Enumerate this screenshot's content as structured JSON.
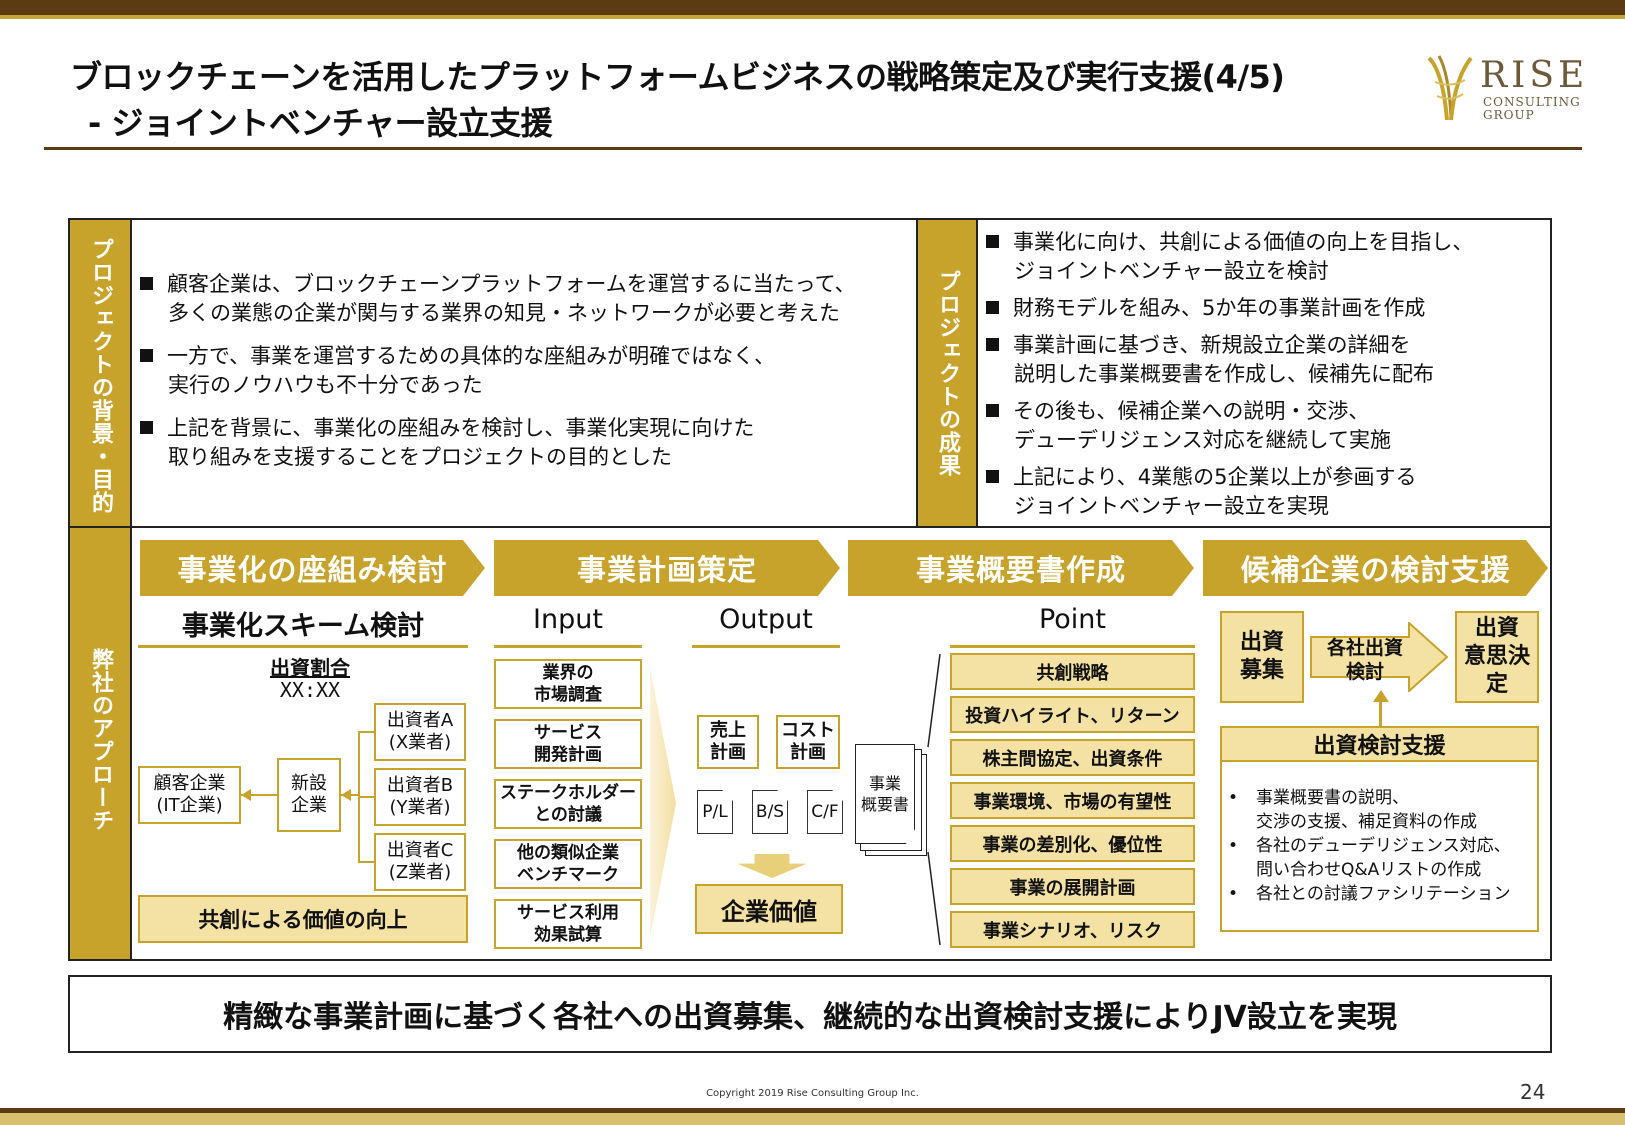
{
  "header": {
    "title_line1": "ブロックチェーンを活用したプラットフォームビジネスの戦略策定及び実行支援(4/5)",
    "title_line2": "- ジョイントベンチャー設立支援",
    "logo_name": "RISE",
    "logo_sub1": "CONSULTING",
    "logo_sub2": "GROUP"
  },
  "background": {
    "label": "プロジェクトの背景・目的",
    "items": [
      {
        "line1": "顧客企業は、ブロックチェーンプラットフォームを運営するに当たって、",
        "line2": "多くの業態の企業が関与する業界の知見・ネットワークが必要と考えた"
      },
      {
        "line1": "一方で、事業を運営するための具体的な座組みが明確ではなく、",
        "line2": "実行のノウハウも不十分であった"
      },
      {
        "line1": "上記を背景に、事業化の座組みを検討し、事業化実現に向けた",
        "line2": "取り組みを支援することをプロジェクトの目的とした"
      }
    ]
  },
  "results": {
    "label": "プロジェクトの成果",
    "items": [
      {
        "line1": "事業化に向け、共創による価値の向上を目指し、",
        "line2": "ジョイントベンチャー設立を検討"
      },
      {
        "line1": "財務モデルを組み、5か年の事業計画を作成",
        "line2": ""
      },
      {
        "line1": "事業計画に基づき、新規設立企業の詳細を",
        "line2": "説明した事業概要書を作成し、候補先に配布"
      },
      {
        "line1": "その後も、候補企業への説明・交渉、",
        "line2": "デューデリジェンス対応を継続して実施"
      },
      {
        "line1": "上記により、4業態の5企業以上が参画する",
        "line2": "ジョイントベンチャー設立を実現"
      }
    ]
  },
  "approach": {
    "label": "弊社のアプローチ",
    "steps": [
      "事業化の座組み検討",
      "事業計画策定",
      "事業概要書作成",
      "候補企業の検討支援"
    ],
    "scheme": {
      "subhead": "事業化スキーム検討",
      "ratio_label": "出資割合",
      "ratio_value": "XX:XX",
      "client": [
        "顧客企業",
        "(IT企業)"
      ],
      "newco": [
        "新設",
        "企業"
      ],
      "investors": [
        [
          "出資者A",
          "(X業者)"
        ],
        [
          "出資者B",
          "(Y業者)"
        ],
        [
          "出資者C",
          "(Z業者)"
        ]
      ],
      "value_box": "共創による価値の向上"
    },
    "plan": {
      "input_head": "Input",
      "output_head": "Output",
      "inputs": [
        [
          "業界の",
          "市場調査"
        ],
        [
          "サービス",
          "開発計画"
        ],
        [
          "ステークホルダー",
          "との討議"
        ],
        [
          "他の類似企業",
          "ベンチマーク"
        ],
        [
          "サービス利用",
          "効果試算"
        ]
      ],
      "outputs": [
        [
          "売上",
          "計画"
        ],
        [
          "コスト",
          "計画"
        ]
      ],
      "docs": [
        "P/L",
        "B/S",
        "C/F"
      ],
      "result": "企業価値"
    },
    "summary": {
      "head": "Point",
      "doc": [
        "事業",
        "概要書"
      ],
      "points": [
        "共創戦略",
        "投資ハイライト、リターン",
        "株主間協定、出資条件",
        "事業環境、市場の有望性",
        "事業の差別化、優位性",
        "事業の展開計画",
        "事業シナリオ、リスク"
      ]
    },
    "candidates": {
      "box1": [
        "出資",
        "募集"
      ],
      "arrow": [
        "各社出資",
        "検討"
      ],
      "box2": [
        "出資",
        "意思決定"
      ],
      "support_head": "出資検討支援",
      "support_items": [
        [
          "事業概要書の説明、",
          "交渉の支援、補足資料の作成"
        ],
        [
          "各社のデューデリジェンス対応、",
          "問い合わせQ&Aリストの作成"
        ],
        [
          "各社との討議ファシリテーション",
          ""
        ]
      ]
    }
  },
  "conclusion": "精緻な事業計画に基づく各社への出資募集、継続的な出資検討支援によりJV設立を実現",
  "footer": {
    "copyright": "Copyright 2019 Rise Consulting Group Inc.",
    "page": "24"
  },
  "colors": {
    "gold": "#c8a32c",
    "brown": "#5c3a12",
    "pale_gold": "#f3e2a3"
  }
}
